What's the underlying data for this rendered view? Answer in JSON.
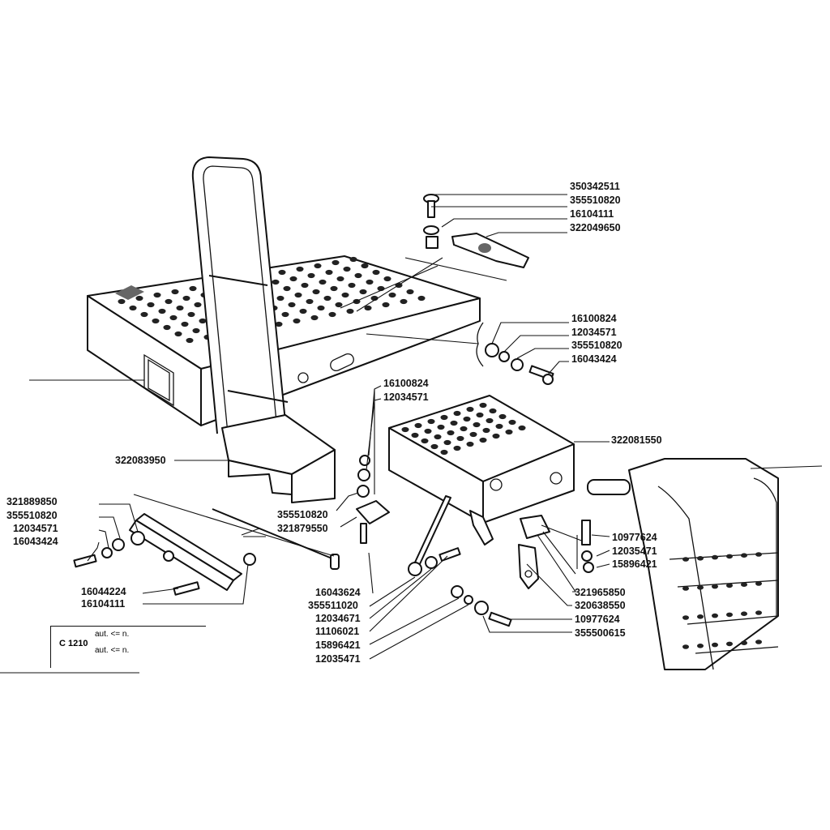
{
  "part_labels": {
    "p350342511": "350342511",
    "p355510820_top": "355510820",
    "p16104111_top": "16104111",
    "p322049650": "322049650",
    "p16100824_right": "16100824",
    "p12034571_right": "12034571",
    "p355510820_right": "355510820",
    "p16043424_right": "16043424",
    "p16100824_mid": "16100824",
    "p12034571_mid": "12034571",
    "p322081550": "322081550",
    "p322083950": "322083950",
    "p321889850": "321889850",
    "p355510820_left": "355510820",
    "p12034571_left": "12034571",
    "p16043424_left": "16043424",
    "p16044224": "16044224",
    "p16104111_left": "16104111",
    "p355510820_center": "355510820",
    "p321879550": "321879550",
    "p16043624": "16043624",
    "p355511020": "355511020",
    "p12034671": "12034671",
    "p11106021": "11106021",
    "p15896421_center": "15896421",
    "p12035471_center": "12035471",
    "p10977624_right": "10977624",
    "p12035471_right": "12035471",
    "p15896421_right": "15896421",
    "p321965850": "321965850",
    "p320638550": "320638550",
    "p10977624_bottom": "10977624",
    "p355500615": "355500615"
  },
  "legend": {
    "code": "C 1210",
    "row1": "aut. <= n.",
    "row2": "aut. <= n."
  }
}
